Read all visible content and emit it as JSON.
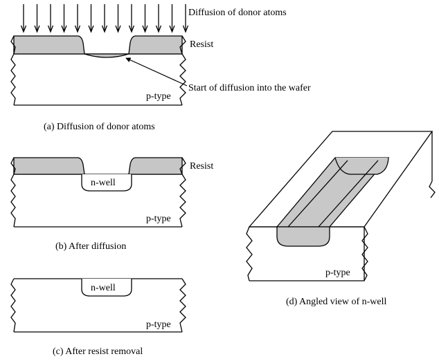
{
  "panel_a": {
    "top_label": "Diffusion of donor atoms",
    "resist_label": "Resist",
    "start_label": "Start of diffusion into the wafer",
    "substrate_label": "p-type",
    "caption": "(a)  Diffusion of donor atoms"
  },
  "panel_b": {
    "resist_label": "Resist",
    "well_label": "n-well",
    "substrate_label": "p-type",
    "caption": "(b)  After diffusion"
  },
  "panel_c": {
    "well_label": "n-well",
    "substrate_label": "p-type",
    "caption": "(c)  After resist removal"
  },
  "panel_d": {
    "substrate_label": "p-type",
    "caption": "(d) Angled view of n-well"
  },
  "colors": {
    "resist_fill": "#c6c6c6",
    "well_fill_3d": "#c8c8c8",
    "line": "#000000"
  }
}
